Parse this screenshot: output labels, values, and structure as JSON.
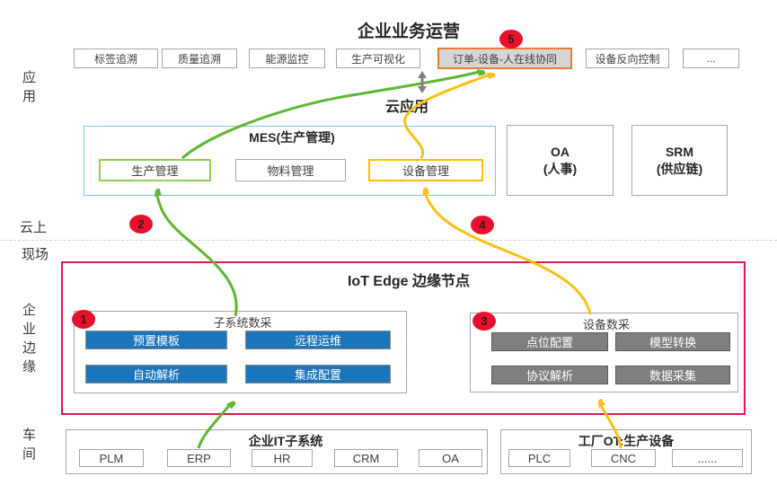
{
  "colors": {
    "badgered": "#e8112d",
    "framered": "#e0194b",
    "mesborder": "#6fcdf0",
    "modgreen": "#92d050",
    "modyellow": "#ffc000",
    "green": "#5cb832",
    "yellow": "#fdc013",
    "bluebtn": "#1b75bb",
    "graybtn": "#7f7f7f",
    "orangeborder": "#ed7d31",
    "boxborder": "#a6a6a6"
  },
  "left_rail": {
    "app": "应用",
    "cloud": "云上",
    "site": "现场",
    "edge": "企业边缘",
    "workshop": "车间"
  },
  "header": {
    "title": "企业业务运营",
    "cloud_app_label": "云应用"
  },
  "apps": {
    "items": [
      "标签追溯",
      "质量追溯",
      "能源监控",
      "生产可视化",
      "订单-设备-人在线协同",
      "设备反向控制",
      "..."
    ]
  },
  "mes": {
    "title": "MES(生产管理)",
    "modules": [
      "生产管理",
      "物料管理",
      "设备管理"
    ]
  },
  "oa": {
    "line1": "OA",
    "line2": "(人事)"
  },
  "srm": {
    "line1": "SRM",
    "line2": "(供应链)"
  },
  "edge": {
    "title": "IoT Edge 边缘节点",
    "subsystem": {
      "title": "子系统数采",
      "buttons": [
        "预置模板",
        "远程运维",
        "自动解析",
        "集成配置"
      ]
    },
    "device": {
      "title": "设备数采",
      "buttons": [
        "点位配置",
        "模型转换",
        "协议解析",
        "数据采集"
      ]
    }
  },
  "it_systems": {
    "title": "企业IT子系统",
    "items": [
      "PLM",
      "ERP",
      "HR",
      "CRM",
      "OA"
    ]
  },
  "ot_devices": {
    "title": "工厂OT:生产设备",
    "items": [
      "PLC",
      "CNC",
      "......"
    ]
  },
  "badges": [
    "1",
    "2",
    "3",
    "4",
    "5"
  ]
}
